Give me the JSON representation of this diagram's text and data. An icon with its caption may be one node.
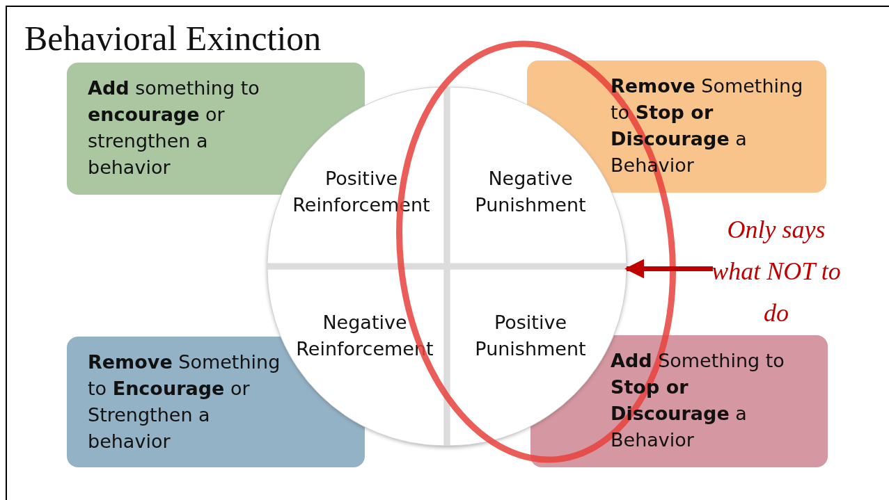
{
  "diagram": {
    "title": "Behavioral Exinction",
    "nodes": [
      {
        "text": [
          "**Add** something to **encourage** or strengthen a behavior"
        ]
      },
      {
        "text": [
          "**Remove** Something to **Stop or Discourage** a Behavior"
        ]
      },
      {
        "text": [],
        "shape": "circle"
      },
      {
        "text": [
          "Positive Reinforcement"
        ],
        "in": 2
      },
      {
        "text": [
          "Negative Punishment"
        ],
        "in": 2
      },
      {
        "text": [
          "Negative Reinforcement"
        ],
        "in": 2
      },
      {
        "text": [
          "Positive Punishment"
        ],
        "in": 2
      },
      {
        "text": [
          "Only says what NOT to do"
        ]
      },
      {
        "text": [
          "**Remove** Something to **Encourage** or Strengthen a behavior"
        ]
      },
      {
        "text": [
          "**Add** Something to **Stop or Discourage** a Behavior"
        ]
      }
    ],
    "edges": [
      {
        "from": 7,
        "to": 2,
        "arrow": "to",
        "color": "#c00000"
      }
    ]
  }
}
